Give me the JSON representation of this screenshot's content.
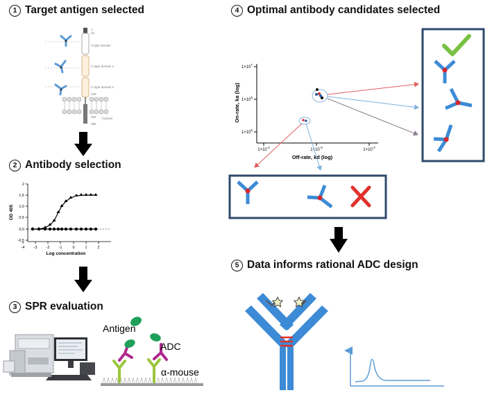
{
  "steps": [
    {
      "num": "1",
      "title": "Target antigen selected"
    },
    {
      "num": "2",
      "title": "Antibody selection"
    },
    {
      "num": "3",
      "title": "SPR evaluation"
    },
    {
      "num": "4",
      "title": "Optimal antibody candidates selected"
    },
    {
      "num": "5",
      "title": "Data informs rational ADC design"
    }
  ],
  "antigen_domains": [
    "V-type domain",
    "C-type domain 1",
    "C-type domain 2"
  ],
  "antigen_small_labels": [
    "1",
    "22",
    "240",
    "262",
    "285",
    "Cytosol"
  ],
  "elisa": {
    "ylabel": "OD 405",
    "xlabel": "Log concentration",
    "yticks": [
      "2",
      "1.5",
      "1.0",
      "0.5",
      "0.0",
      "-0.5"
    ],
    "xticks": [
      "-4",
      "-3",
      "-2",
      "-1",
      "0",
      "1",
      "2"
    ]
  },
  "spr": {
    "antigen": "Antigen",
    "adc": "ADC",
    "capture": "α-mouse"
  },
  "kinetics": {
    "ylabel": "On-rate, ka (log)",
    "xlabel": "Off-rate, kd (log)",
    "yticks": [
      "1×10",
      "1×10",
      "1×10"
    ],
    "ytick_exp": [
      "7",
      "6",
      "5"
    ],
    "xticks": [
      "1×10",
      "1×10",
      "1×10"
    ],
    "xtick_exp": [
      "-4",
      "-3",
      "-2"
    ]
  },
  "colors": {
    "accent_blue": "#5b9bd5",
    "panel_border": "#2e4a6b",
    "check": "#7ac143",
    "cross": "#e0312b",
    "linker": "#d9262b"
  }
}
